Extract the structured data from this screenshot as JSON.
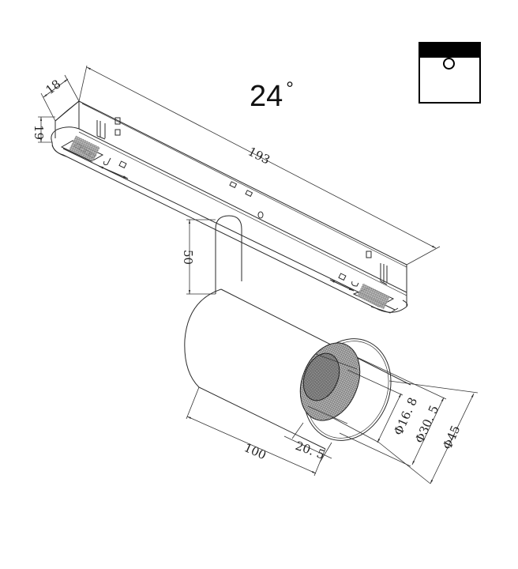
{
  "drawing": {
    "subject": "magnetic track spotlight dimension drawing",
    "beam_angle": {
      "value": "24",
      "unit": "°"
    },
    "beam_icon": "spot-beam-icon",
    "dimensions": {
      "track_width": "18",
      "track_height": "19",
      "track_length": "193",
      "stem_height": "50",
      "body_length": "100",
      "lens_recess": "20. 5",
      "inner_diameter": "Φ16. 8",
      "reflector_diameter": "Φ30. 5",
      "body_diameter": "Φ45"
    },
    "colors": {
      "line": "#2a2a2a",
      "background": "#ffffff",
      "icon_fill": "#000000"
    }
  }
}
